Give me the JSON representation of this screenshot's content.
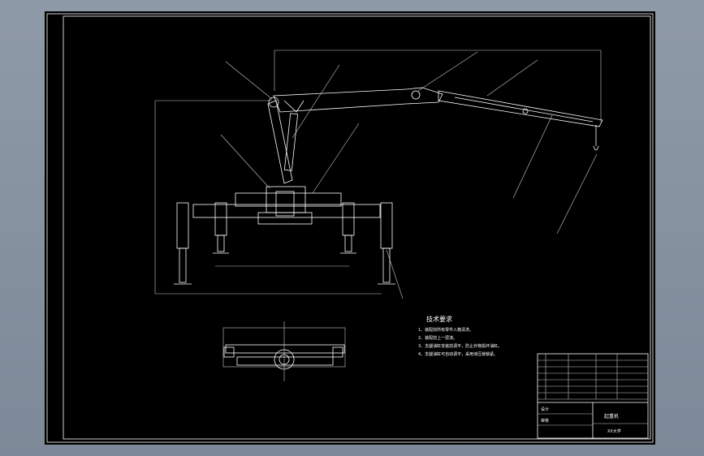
{
  "drawing": {
    "notes_title": "技术要求",
    "notes": [
      "1、装配前所有零件入箱清洗。",
      "2、装配前上一层漆。",
      "3、支腿油缸安装前调平，防止外物损坏油缸。",
      "4、支腿油缸可自动调平，采用液压锁锁紧。"
    ],
    "title_block": {
      "drawing_name": "起重机",
      "school": "XX大学",
      "designer_label": "设计",
      "checker_label": "审核"
    }
  }
}
